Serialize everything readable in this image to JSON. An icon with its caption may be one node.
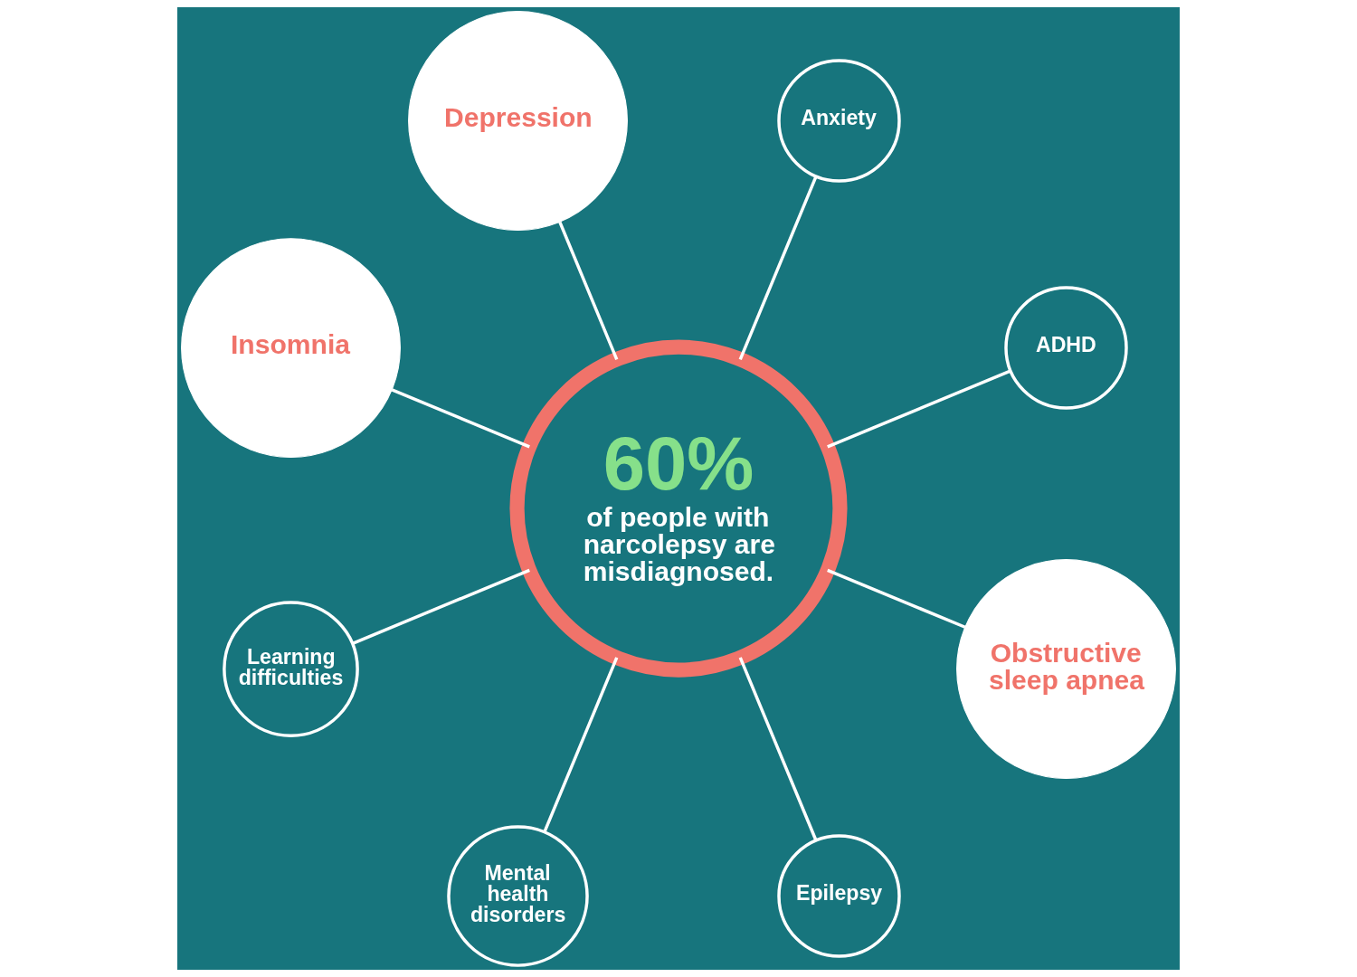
{
  "diagram": {
    "nodes": [
      {
        "text": [
          "ADHD"
        ]
      },
      {
        "text": [
          "Anxiety"
        ]
      },
      {
        "text": [
          "Depression"
        ]
      },
      {
        "text": [
          "Insomnia"
        ]
      },
      {
        "text": [
          "60%",
          "of people with narcolepsy are misdiagnosed."
        ]
      },
      {
        "text": [
          "Learning difficulties"
        ]
      },
      {
        "text": [
          "Mental health disorders"
        ]
      },
      {
        "text": [
          "Epilepsy"
        ]
      },
      {
        "text": [
          "Obstructive sleep apnea"
        ]
      }
    ],
    "edges": [
      {
        "from": 4,
        "to": 0,
        "arrow": "none"
      },
      {
        "from": 4,
        "to": 1,
        "arrow": "none"
      },
      {
        "from": 4,
        "to": 2,
        "arrow": "none"
      },
      {
        "from": 4,
        "to": 5,
        "arrow": "none"
      },
      {
        "from": 4,
        "to": 8,
        "arrow": "none"
      },
      {
        "from": 4,
        "to": 7,
        "arrow": "none"
      },
      {
        "from": 4,
        "to": 6,
        "arrow": "none"
      },
      {
        "from": 4,
        "to": 3,
        "arrow": "none"
      }
    ]
  }
}
